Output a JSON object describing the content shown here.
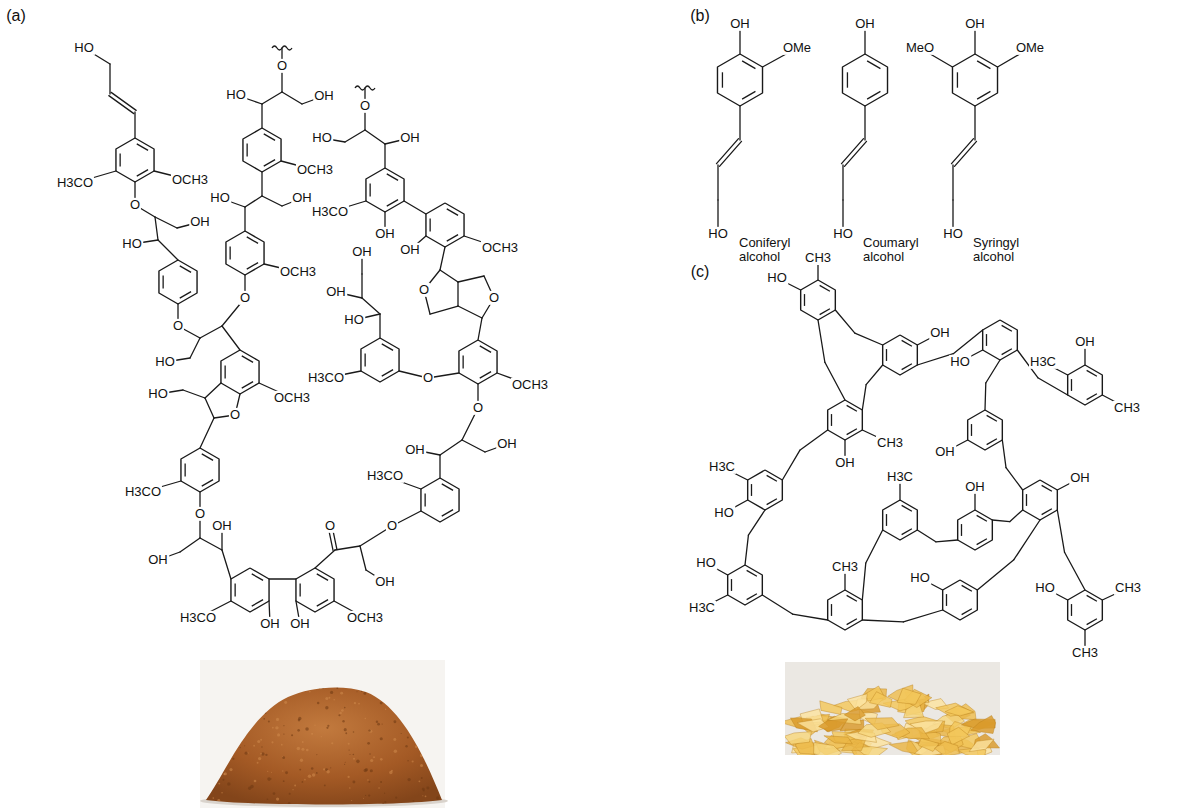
{
  "diagram": {
    "labels": [
      "(a)",
      "(b)",
      "(c)",
      "HO",
      "H3CO",
      "OCH3",
      "O",
      "OH",
      "HO",
      "O",
      "HO",
      "O",
      "OCH3",
      "O",
      "HO",
      "H3CO",
      "O",
      "OH",
      "OH",
      "H3CO",
      "OH",
      "OH",
      "OCH3",
      "O",
      "OH",
      "O",
      "H3CO",
      "OH",
      "OH",
      "O",
      "OCH3",
      "O",
      "H3CO",
      "HO",
      "OH",
      "OH",
      "O",
      "O",
      "OH",
      "OCH3",
      "OH",
      "H3CO",
      "OH",
      "O",
      "HO",
      "OCH3",
      "OH",
      "HO",
      "OCH3",
      "HO",
      "O",
      "OH",
      "OH",
      "OMe",
      "HO",
      "Coniferyl alcohol",
      "OH",
      "HO",
      "Coumaryl alcohol",
      "MeO",
      "OH",
      "OMe",
      "HO",
      "Syringyl alcohol",
      "CH3",
      "HO",
      "OH",
      "HO",
      "CH3",
      "OH",
      "OH",
      "H3C",
      "OH",
      "CH3",
      "H3C",
      "HO",
      "HO",
      "H3C",
      "H3C",
      "OH",
      "OH",
      "CH3",
      "HO",
      "HO",
      "CH3",
      "CH3"
    ]
  }
}
